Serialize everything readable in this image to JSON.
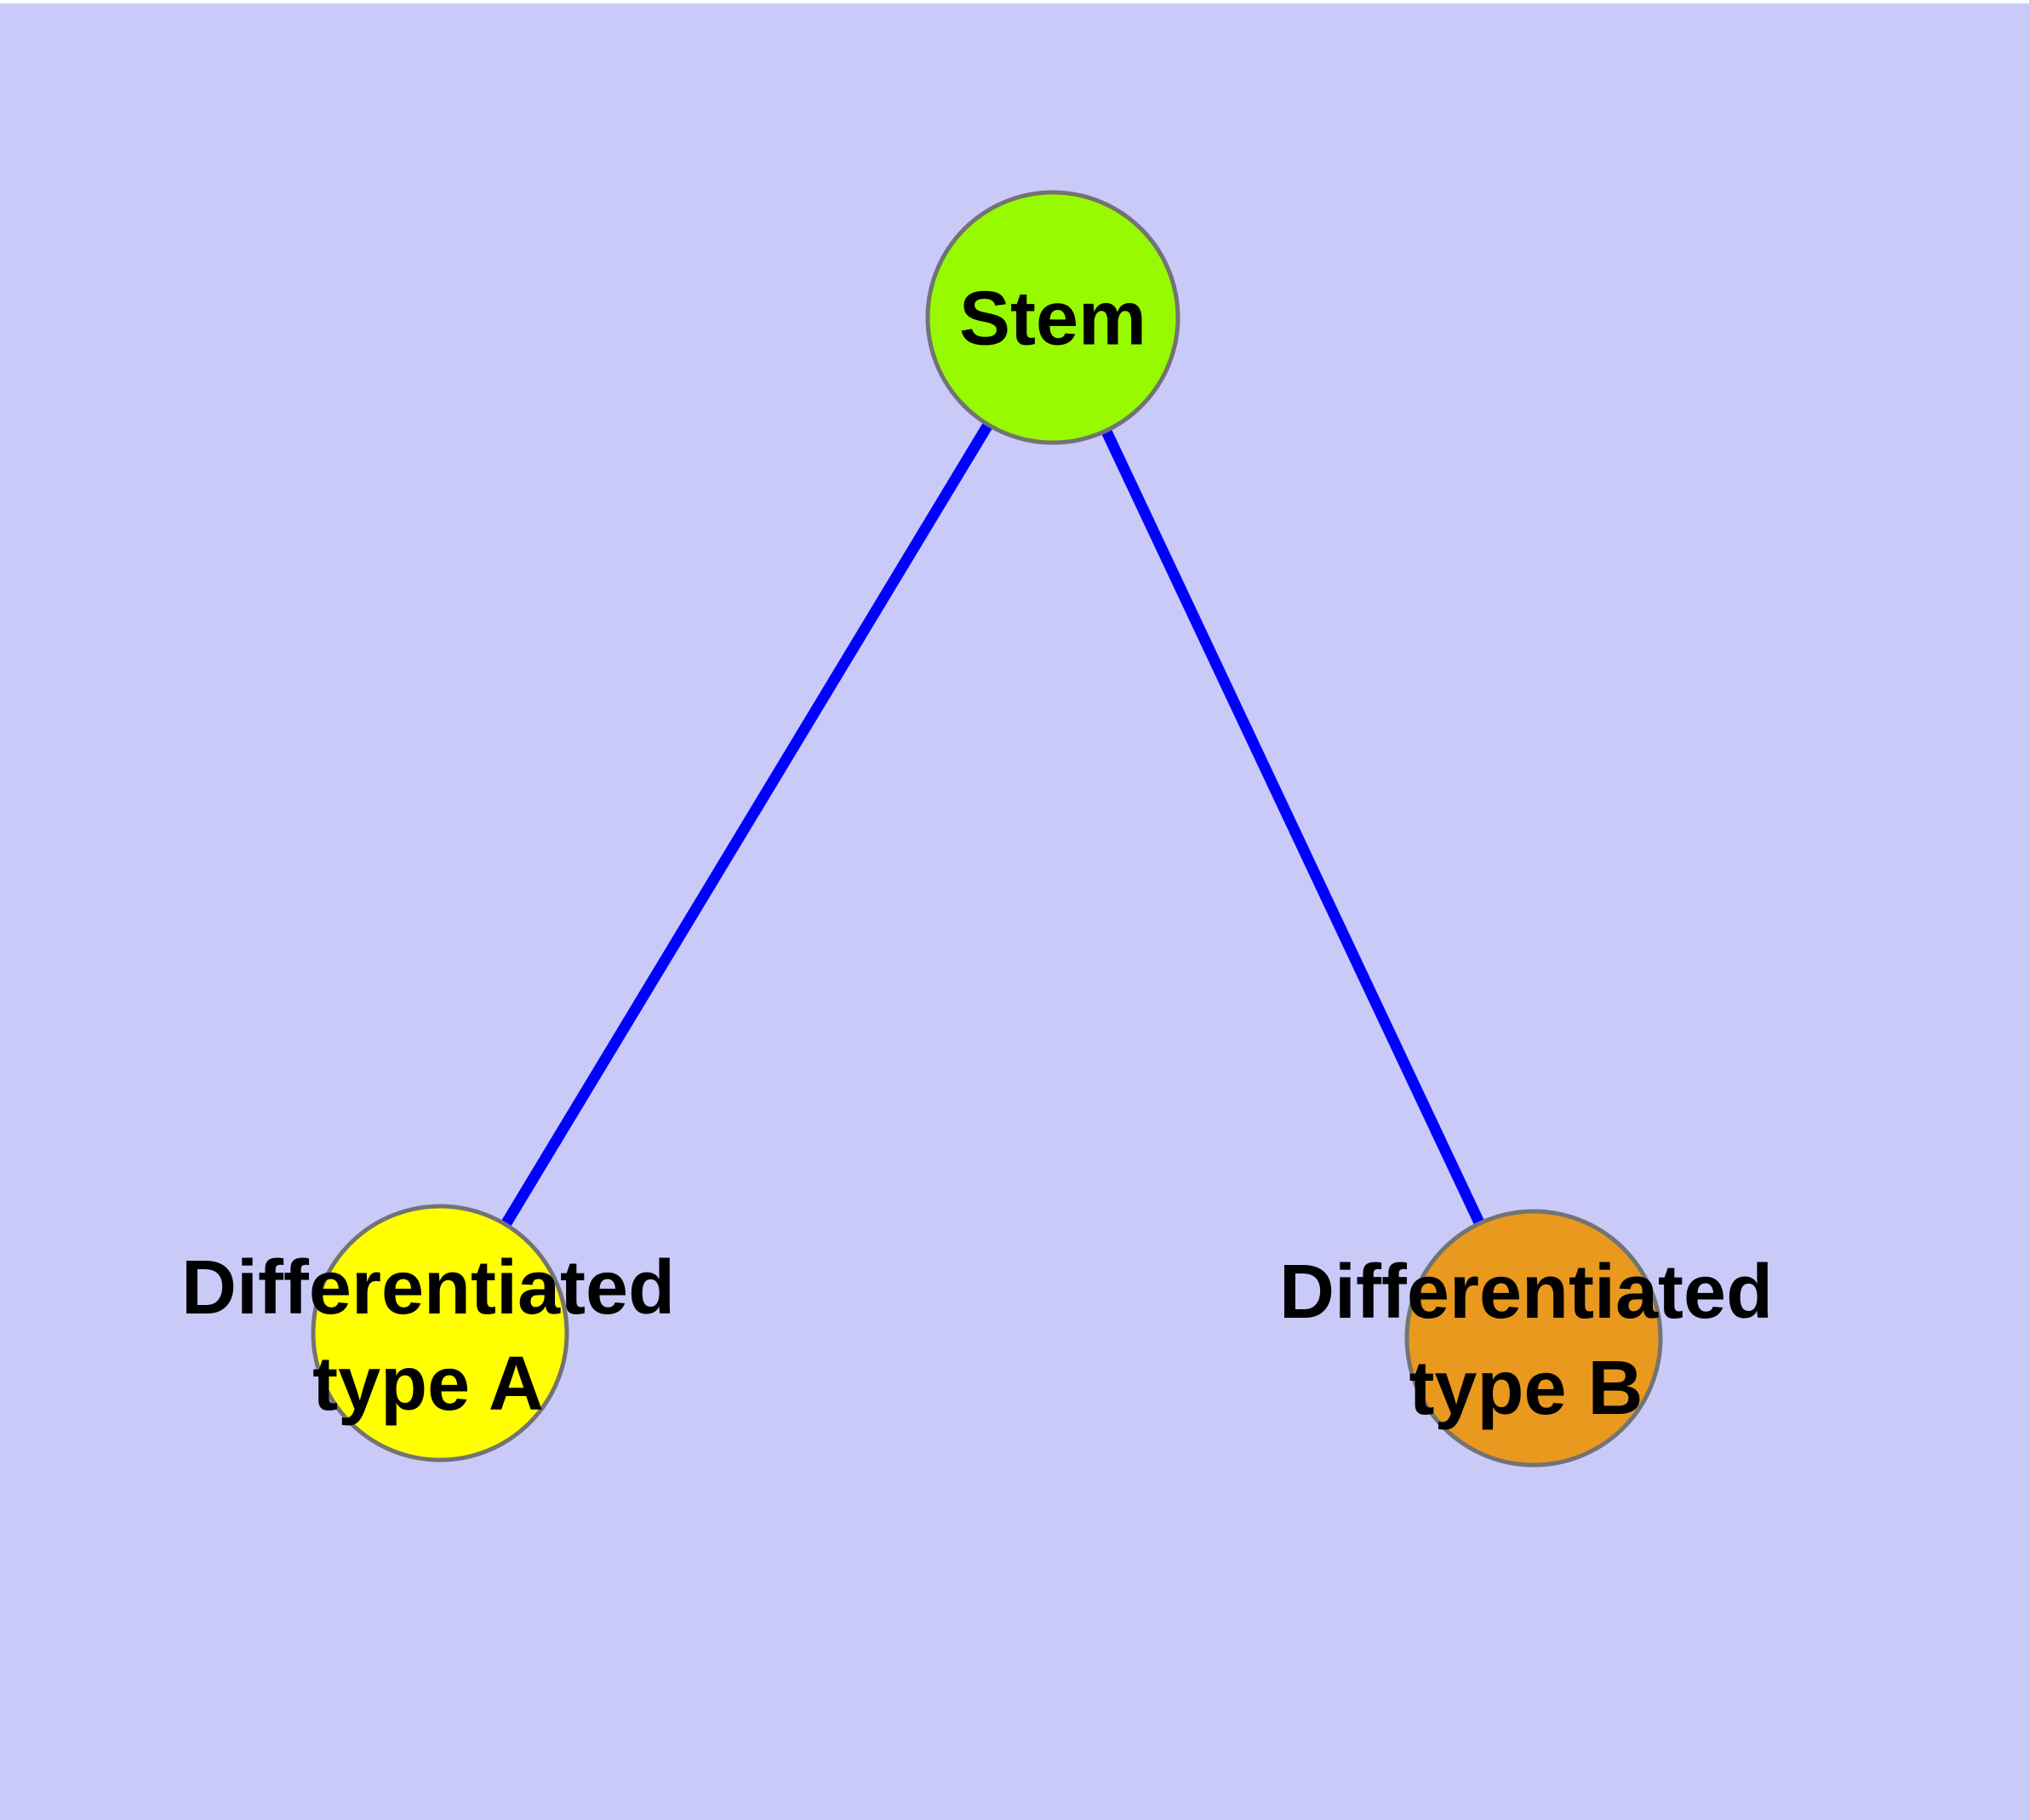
{
  "diagram": {
    "type": "graph",
    "background_color": "#CACAF8",
    "margin_color": "#FFFFFF",
    "edge_color": "#0000FF",
    "node_border_color": "#737373",
    "label_color": "#000000",
    "nodes": [
      {
        "id": "stem",
        "label": "Stem",
        "label_line1": "Stem",
        "label_line2": "",
        "color": "#97FA00"
      },
      {
        "id": "type_a",
        "label": "Differentiated type A",
        "label_line1": "Differentiated",
        "label_line2": "type A",
        "color": "#FFFF00"
      },
      {
        "id": "type_b",
        "label": "Differentiated type B",
        "label_line1": "Differentiated",
        "label_line2": "type B",
        "color": "#E8991E"
      }
    ],
    "edges": [
      {
        "from": "Stem",
        "to": "Differentiated type A"
      },
      {
        "from": "Stem",
        "to": "Differentiated type B"
      }
    ]
  }
}
